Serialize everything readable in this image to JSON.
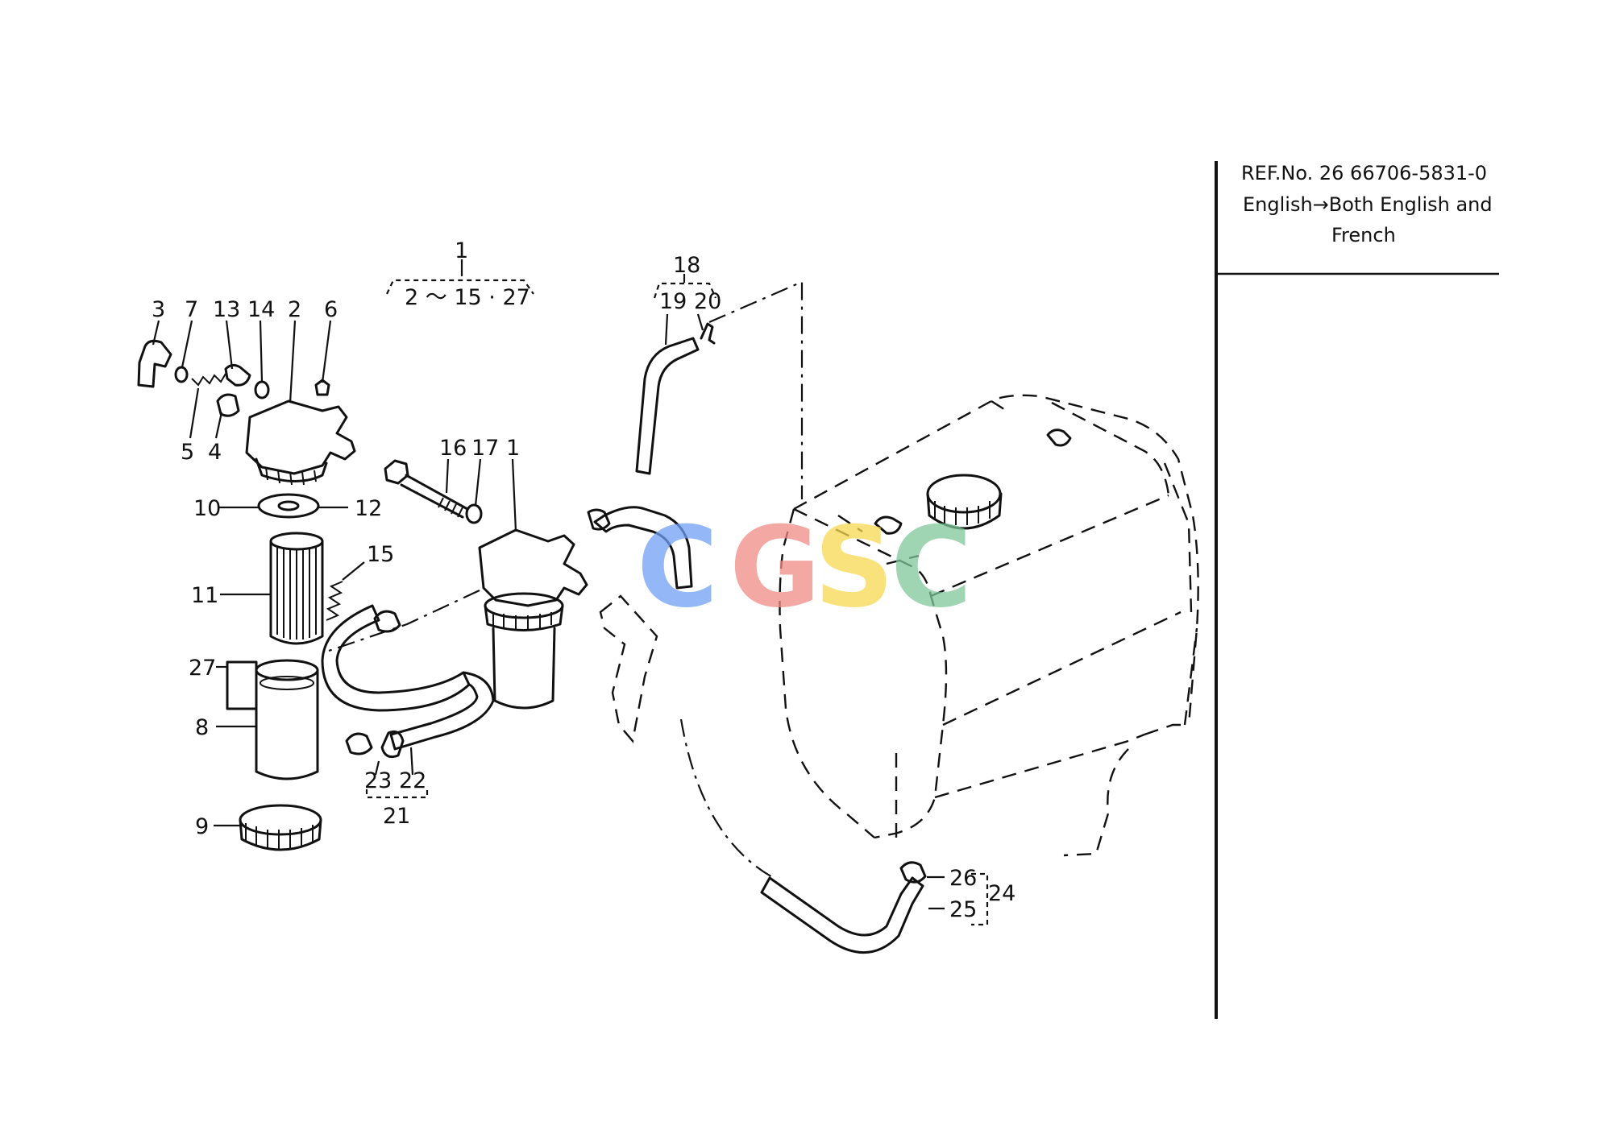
{
  "ref_box": {
    "line1": "REF.No. 26 66706-5831-0",
    "line2": "English→Both English and",
    "line3": "French"
  },
  "watermark": {
    "letters": [
      "C",
      "G",
      "S",
      "C"
    ],
    "colors": [
      "#6f9ff5",
      "#f08b86",
      "#f7d84f",
      "#7fc79a"
    ]
  },
  "groups": {
    "g1_top": "1",
    "g1_range": "2 〜 15 · 27",
    "g18_top": "18",
    "g18_items": "19 20",
    "g21_items": "23 22",
    "g21_bottom": "21",
    "g24_items": "24"
  },
  "callouts": {
    "c3": "3",
    "c7": "7",
    "c13": "13",
    "c14": "14",
    "c2": "2",
    "c6": "6",
    "c5": "5",
    "c4": "4",
    "c10": "10",
    "c12": "12",
    "c15": "15",
    "c11": "11",
    "c27": "27",
    "c8": "8",
    "c9": "9",
    "c16": "16",
    "c17": "17",
    "c1": "1",
    "c26": "26",
    "c25": "25"
  }
}
